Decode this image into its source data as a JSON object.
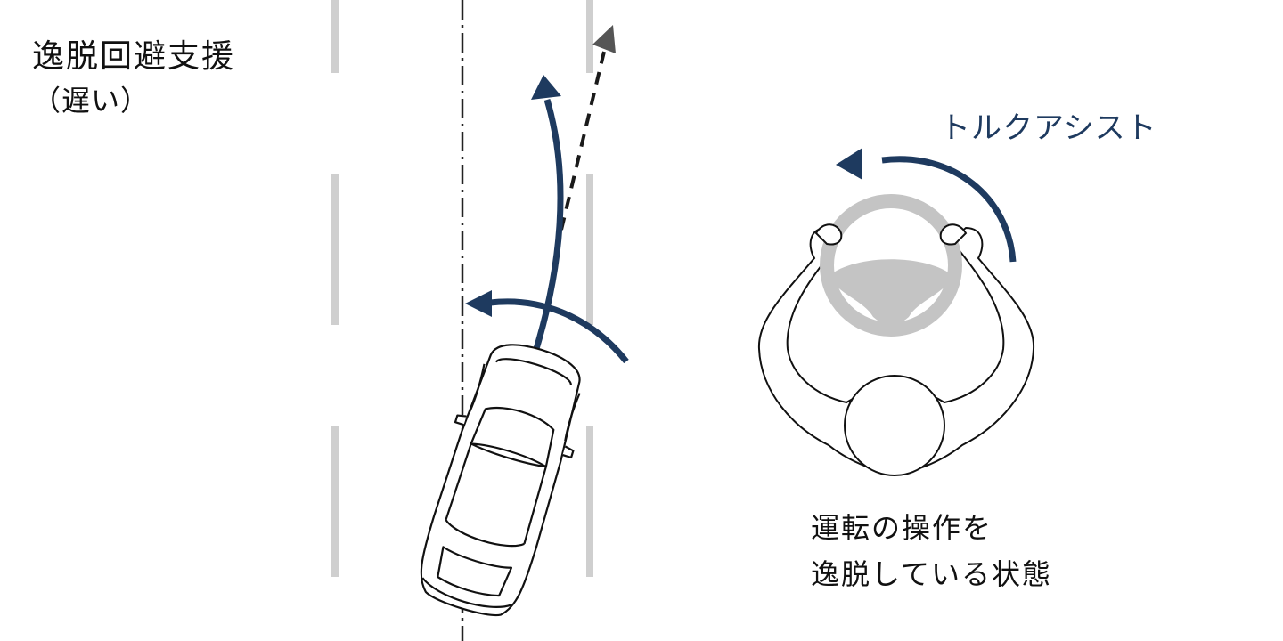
{
  "heading": {
    "title": "逸脱回避支援",
    "subtitle": "（遅い）"
  },
  "torque_label": "トルクアシスト",
  "caption": {
    "line1": "運転の操作を",
    "line2": "逸脱している状態"
  },
  "colors": {
    "lane_marking": "#cfcfcf",
    "arrow": "#1e3a5f",
    "steering_wheel": "#c4c4c4",
    "outline": "#111111",
    "predicted_path": "#1a1a1a"
  }
}
